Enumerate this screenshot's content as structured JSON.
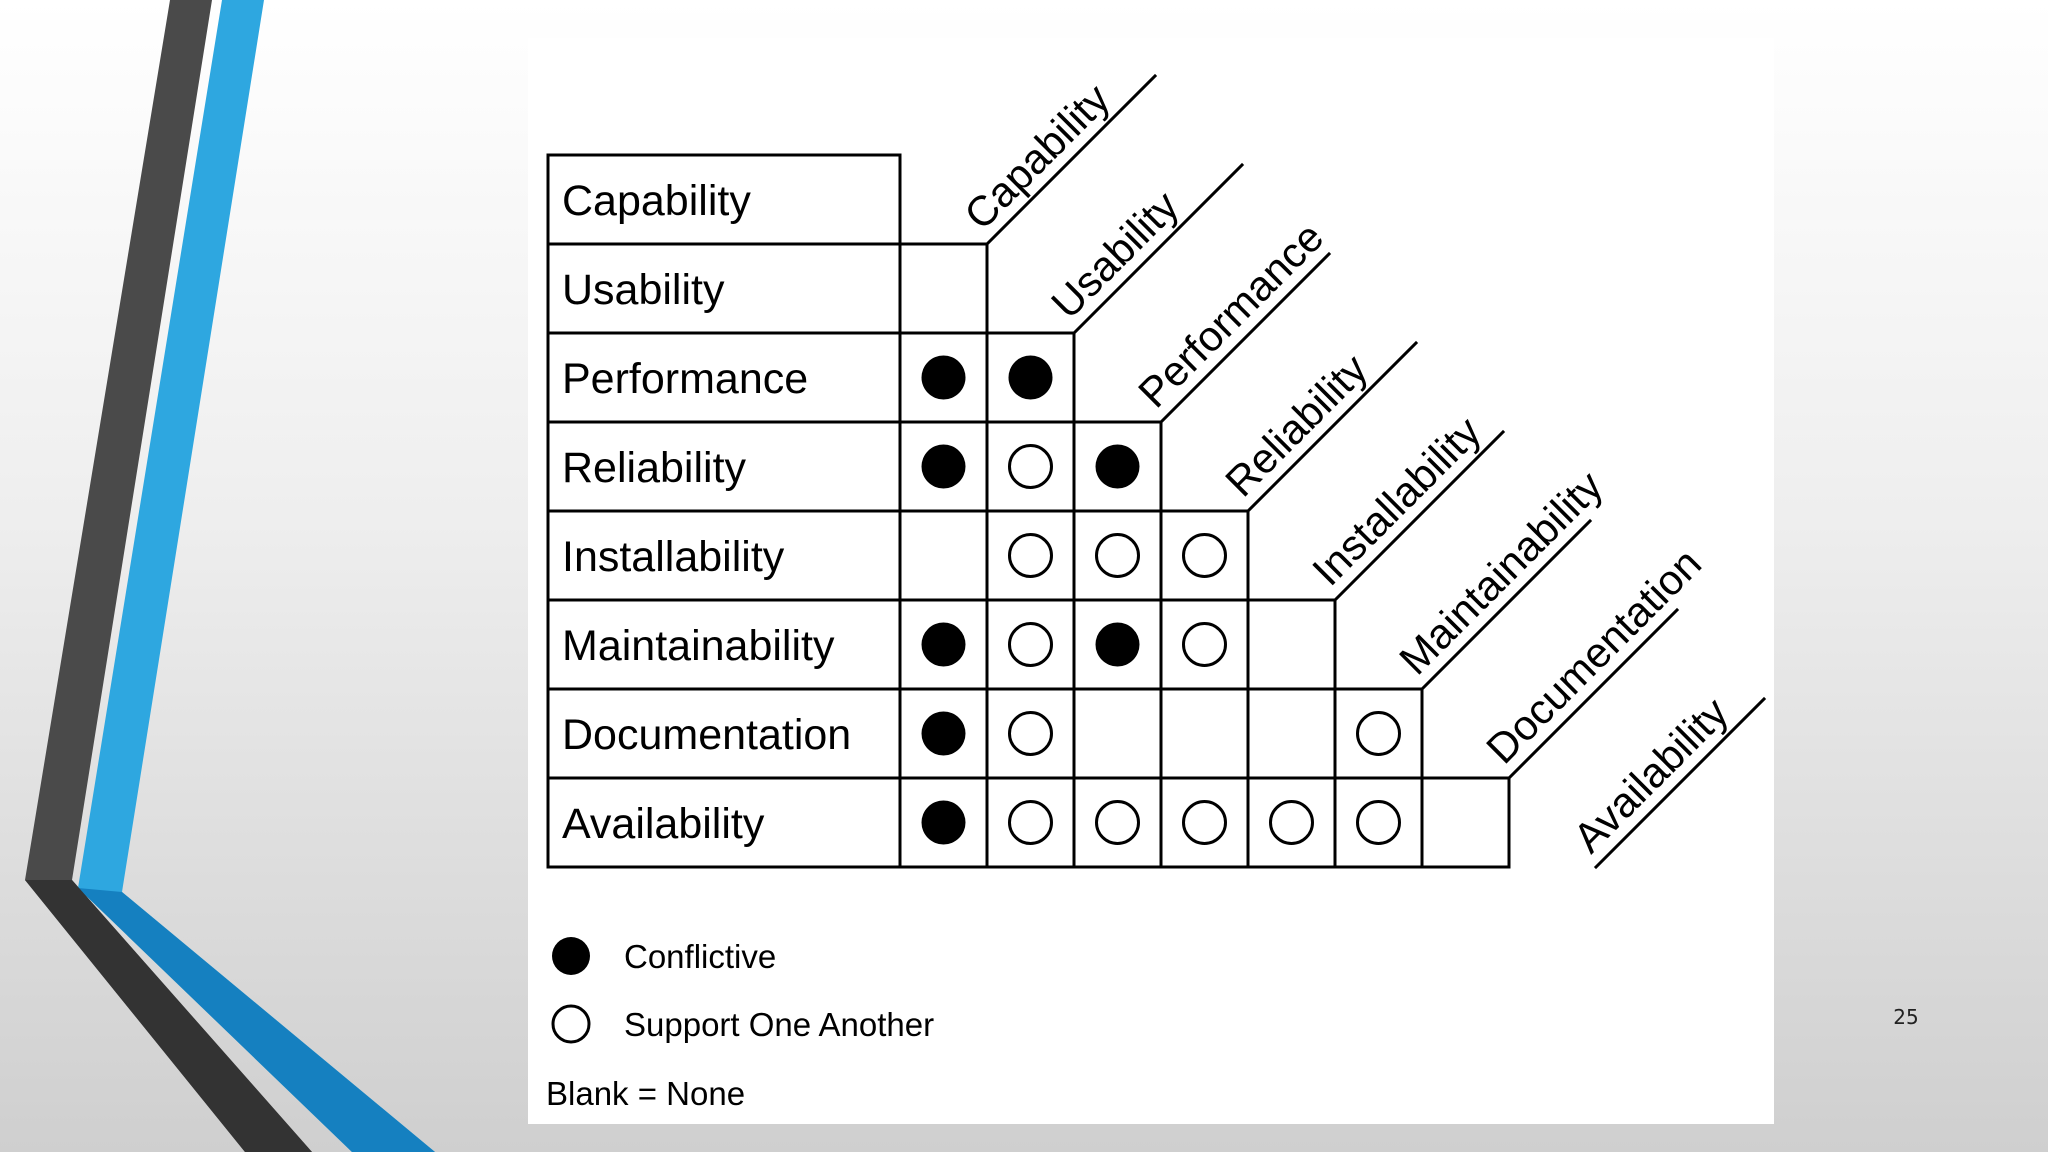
{
  "matrix": {
    "attributes": [
      "Capability",
      "Usability",
      "Performance",
      "Reliability",
      "Installability",
      "Maintainability",
      "Documentation",
      "Availability"
    ],
    "relations": [
      {
        "row": 2,
        "col": 0,
        "type": "conflict"
      },
      {
        "row": 2,
        "col": 1,
        "type": "conflict"
      },
      {
        "row": 3,
        "col": 0,
        "type": "conflict"
      },
      {
        "row": 3,
        "col": 1,
        "type": "support"
      },
      {
        "row": 3,
        "col": 2,
        "type": "conflict"
      },
      {
        "row": 4,
        "col": 1,
        "type": "support"
      },
      {
        "row": 4,
        "col": 2,
        "type": "support"
      },
      {
        "row": 4,
        "col": 3,
        "type": "support"
      },
      {
        "row": 5,
        "col": 0,
        "type": "conflict"
      },
      {
        "row": 5,
        "col": 1,
        "type": "support"
      },
      {
        "row": 5,
        "col": 2,
        "type": "conflict"
      },
      {
        "row": 5,
        "col": 3,
        "type": "support"
      },
      {
        "row": 6,
        "col": 0,
        "type": "conflict"
      },
      {
        "row": 6,
        "col": 1,
        "type": "support"
      },
      {
        "row": 6,
        "col": 5,
        "type": "support"
      },
      {
        "row": 7,
        "col": 0,
        "type": "conflict"
      },
      {
        "row": 7,
        "col": 1,
        "type": "support"
      },
      {
        "row": 7,
        "col": 2,
        "type": "support"
      },
      {
        "row": 7,
        "col": 3,
        "type": "support"
      },
      {
        "row": 7,
        "col": 4,
        "type": "support"
      },
      {
        "row": 7,
        "col": 5,
        "type": "support"
      }
    ]
  },
  "legend": {
    "conflict": "Conflictive",
    "support": "Support One Another",
    "blank": "Blank = None"
  },
  "slide_number": "25",
  "colors": {
    "accent_blue": "#2ea7e0",
    "accent_dark": "#454545",
    "ink": "#000000"
  }
}
